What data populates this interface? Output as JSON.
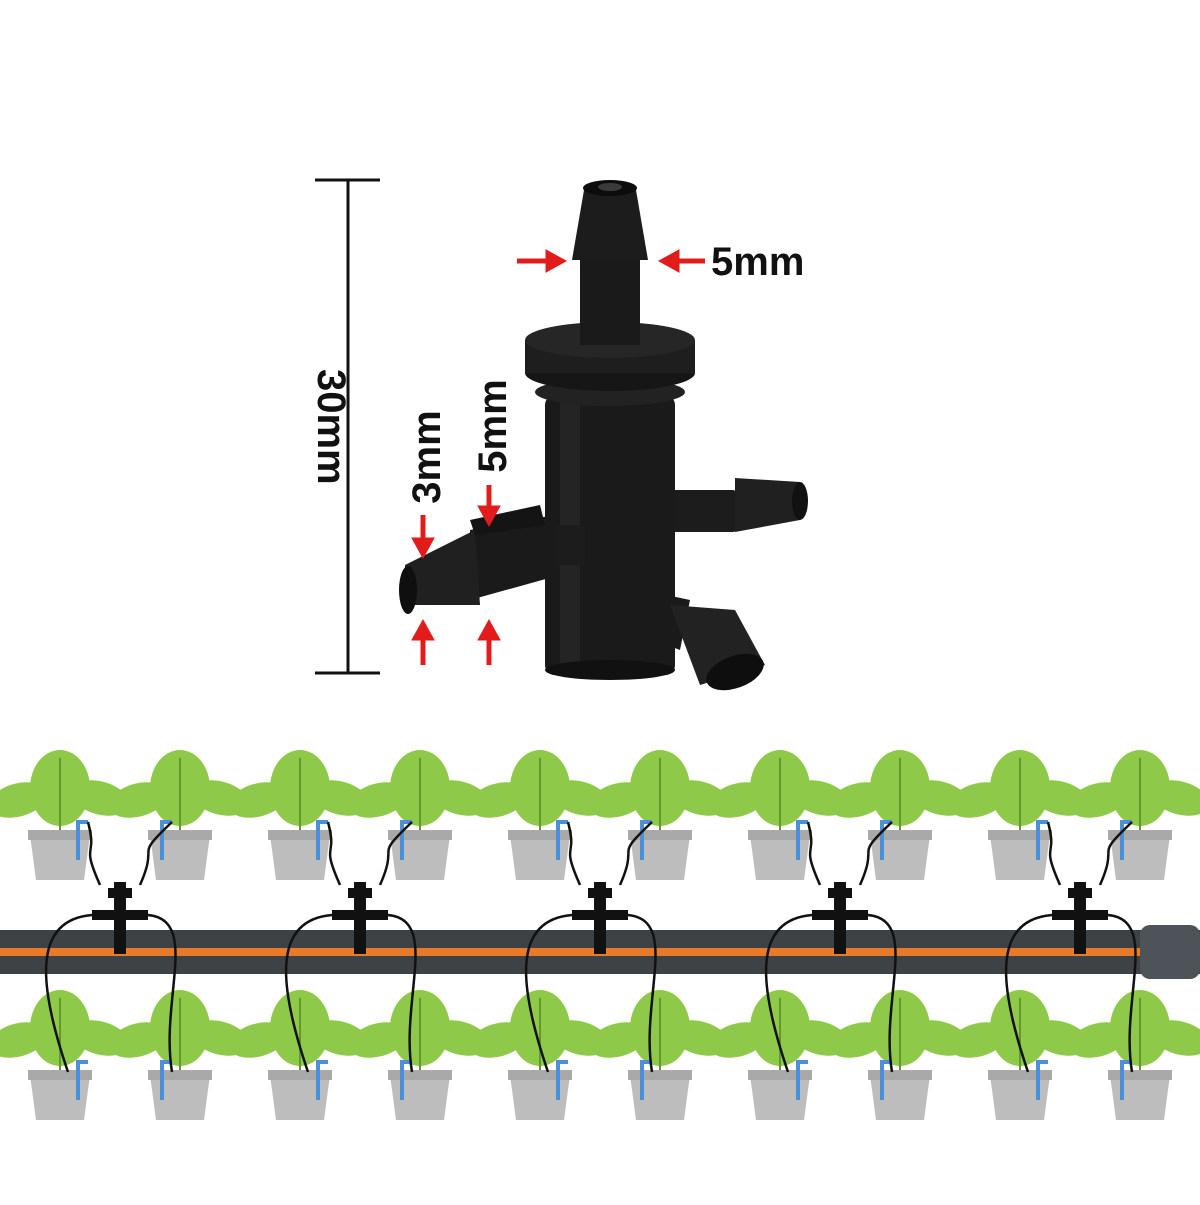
{
  "dimensions": {
    "height_label": "30mm",
    "top_outlet_label": "5mm",
    "side_outlet_outer_label": "3mm",
    "side_outlet_inner_label": "5mm"
  },
  "colors": {
    "arrow": "#e21b1b",
    "fitting": "#151515",
    "pipe": "#3d4247",
    "pipe_stripe": "#e87a2a",
    "leaf": "#8fc94a",
    "pot": "#bdbdbd",
    "stake": "#4a8fd8"
  },
  "irrigation_scene": {
    "pots_per_row": 10,
    "fittings_count": 5,
    "rows": 2
  }
}
